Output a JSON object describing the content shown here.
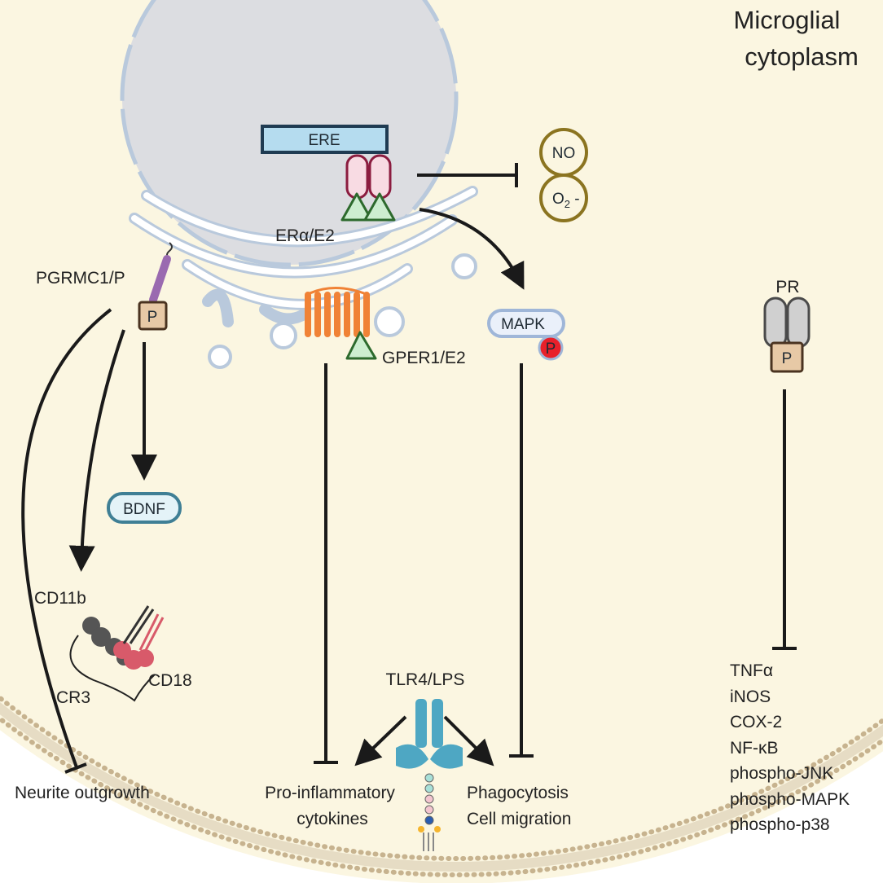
{
  "region_label": [
    "Microglial",
    "cytoplasm"
  ],
  "nucleus": {
    "ere_label": "ERE"
  },
  "receptors": {
    "er_alpha": "ERα/E2",
    "gper1": "GPER1/E2",
    "pgrmc1": "PGRMC1/P",
    "pr": "PR",
    "tlr4": "TLR4/LPS"
  },
  "molecules": {
    "p_symbol": "P",
    "mapk": "MAPK",
    "bdnf": "BDNF",
    "no": "NO",
    "superoxide_base": "O",
    "superoxide_sub": "2",
    "superoxide_charge": " -"
  },
  "integrin": {
    "cd11b": "CD11b",
    "cd18": "CD18",
    "cr3": "CR3"
  },
  "outcomes": {
    "neurite": "Neurite outgrowth",
    "proinflammatory": [
      "Pro-inflammatory",
      "cytokines"
    ],
    "phagocytosis": [
      "Phagocytosis",
      "Cell migration"
    ],
    "pr_targets": [
      "TNFα",
      "iNOS",
      "COX-2",
      "NF-κB",
      "phospho-JNK",
      "phospho-MAPK",
      "phospho-p38"
    ]
  },
  "colors": {
    "cytoplasm": "#fbf6e1",
    "nucleus": "#dcdde1",
    "er": "#b9c9dc",
    "membrane": "#c7b38f",
    "receptor_pink": "#f8dbe3",
    "ligand_green": "#cdeed0",
    "gper_orange": "#f08236",
    "pgrmc_purple": "#9a6ab0",
    "p_box": "#e7c9a6",
    "mapk_phos": "#e8202a",
    "tlr4_teal": "#4ea7c3",
    "cd11b_gray": "#555555",
    "cd18_red": "#d85a6a"
  }
}
